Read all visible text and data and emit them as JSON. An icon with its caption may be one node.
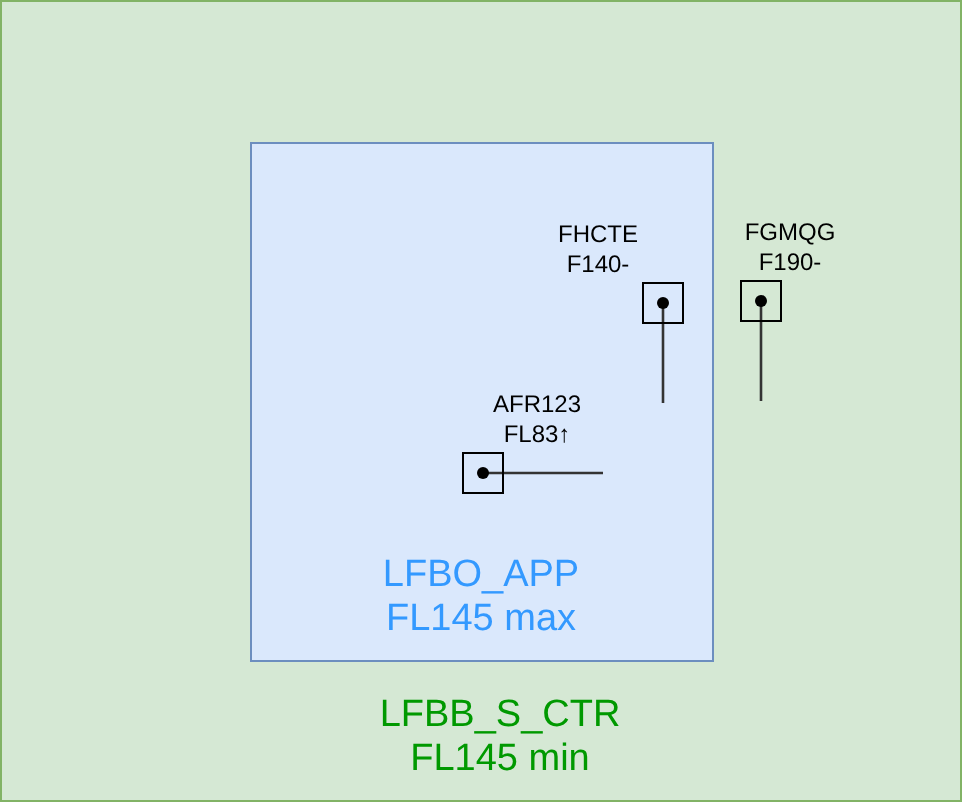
{
  "diagram": {
    "nodes": [
      {
        "text": [
          "LFBB_S_CTR FL145 min"
        ]
      },
      {
        "text": [
          "LFBO_APP FL145 max"
        ],
        "in": 0
      },
      {
        "text": [],
        "shape": "box",
        "beside": [
          "FHCTE F140-"
        ],
        "in": 1
      },
      {
        "text": [],
        "shape": "box",
        "beside": [
          "FGMQG F190-"
        ],
        "in": 0
      },
      {
        "text": [],
        "shape": "box",
        "beside": [
          "AFR123 FL83↑"
        ],
        "in": 1
      }
    ]
  }
}
